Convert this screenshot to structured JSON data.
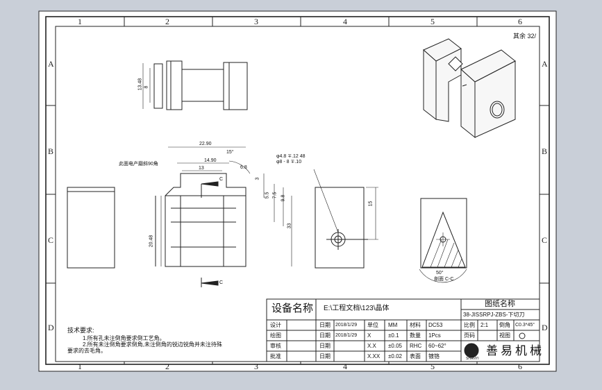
{
  "zones": {
    "columns": [
      "1",
      "2",
      "3",
      "4",
      "5",
      "6"
    ],
    "rows": [
      "A",
      "B",
      "C",
      "D"
    ]
  },
  "dims": {
    "top_h1": "13.48",
    "top_h2": "8",
    "len_total": "22.90",
    "len_mid": "14.90",
    "len_short": "13",
    "angle": "15°",
    "chamfer": "6.8",
    "dim_3": "3",
    "dim_55": "5.5",
    "dim_75": "7.5",
    "dim_98": "9.8",
    "dim_33": "33",
    "dim_2048": "20.48",
    "hole_spec": "φ4.8 ∓.12 48",
    "hole_spec2": "φ8 - 8 ∓.10",
    "side_15": "15",
    "section_angle": "50°",
    "section_label": "剖面 C-C",
    "note_arrow": "此面电产磨斜90角",
    "cut_top": "C",
    "cut_bottom": "C",
    "roughness": "其余 32/"
  },
  "title_block": {
    "device_label": "设备名称",
    "path": "E:\\工程文档\\123\\晶体",
    "drawing_label": "图纸名称",
    "drawing_no": "38-JISSRPJ-ZBS-下切刀",
    "rows": [
      {
        "role": "设计",
        "date_label": "日期",
        "date": "2018/1/29",
        "unit_label": "单位",
        "unit": "MM",
        "mat_label": "材料",
        "mat": "DC53"
      },
      {
        "role": "绘图",
        "date_label": "日期",
        "date": "2018/1/29",
        "unit_label": "X",
        "unit": "±0.1",
        "mat_label": "数量",
        "mat": "1Pcs"
      },
      {
        "role": "审核",
        "date_label": "日期",
        "date": "",
        "unit_label": "X.X",
        "unit": "±0.05",
        "mat_label": "RHC",
        "mat": "60~62°"
      },
      {
        "role": "批准",
        "date_label": "日期",
        "date": "",
        "unit_label": "X.XX",
        "unit": "±0.02",
        "mat_label": "表面",
        "mat": "镀铬"
      }
    ],
    "scale_label": "比例",
    "scale": "2:1",
    "chamfer_label": "倒角",
    "chamfer": "C0.3*45°",
    "page_label": "页码",
    "view_label": "视图",
    "company": "善易机械",
    "logo_text": "SHANYI"
  },
  "notes": {
    "title": "技术要求:",
    "items": [
      "1.所有孔未注倒角要求倒工艺角。",
      "2.所有未注倒角要求倒角,未注倒角的锐边锐角并未注待殊",
      "要求的去毛角。"
    ]
  }
}
